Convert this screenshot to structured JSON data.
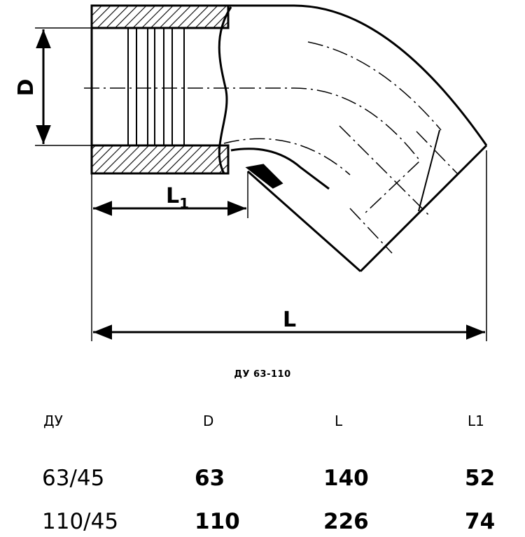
{
  "labels": {
    "diameter": "D",
    "length_l1": "L",
    "length_l1_sub": "1",
    "length_total": "L"
  },
  "caption": "ДУ 63-110",
  "table": {
    "headers": [
      "ДУ",
      "D",
      "L",
      "L1"
    ],
    "rows": [
      [
        "63/45",
        "63",
        "140",
        "52"
      ],
      [
        "110/45",
        "110",
        "226",
        "74"
      ]
    ]
  }
}
